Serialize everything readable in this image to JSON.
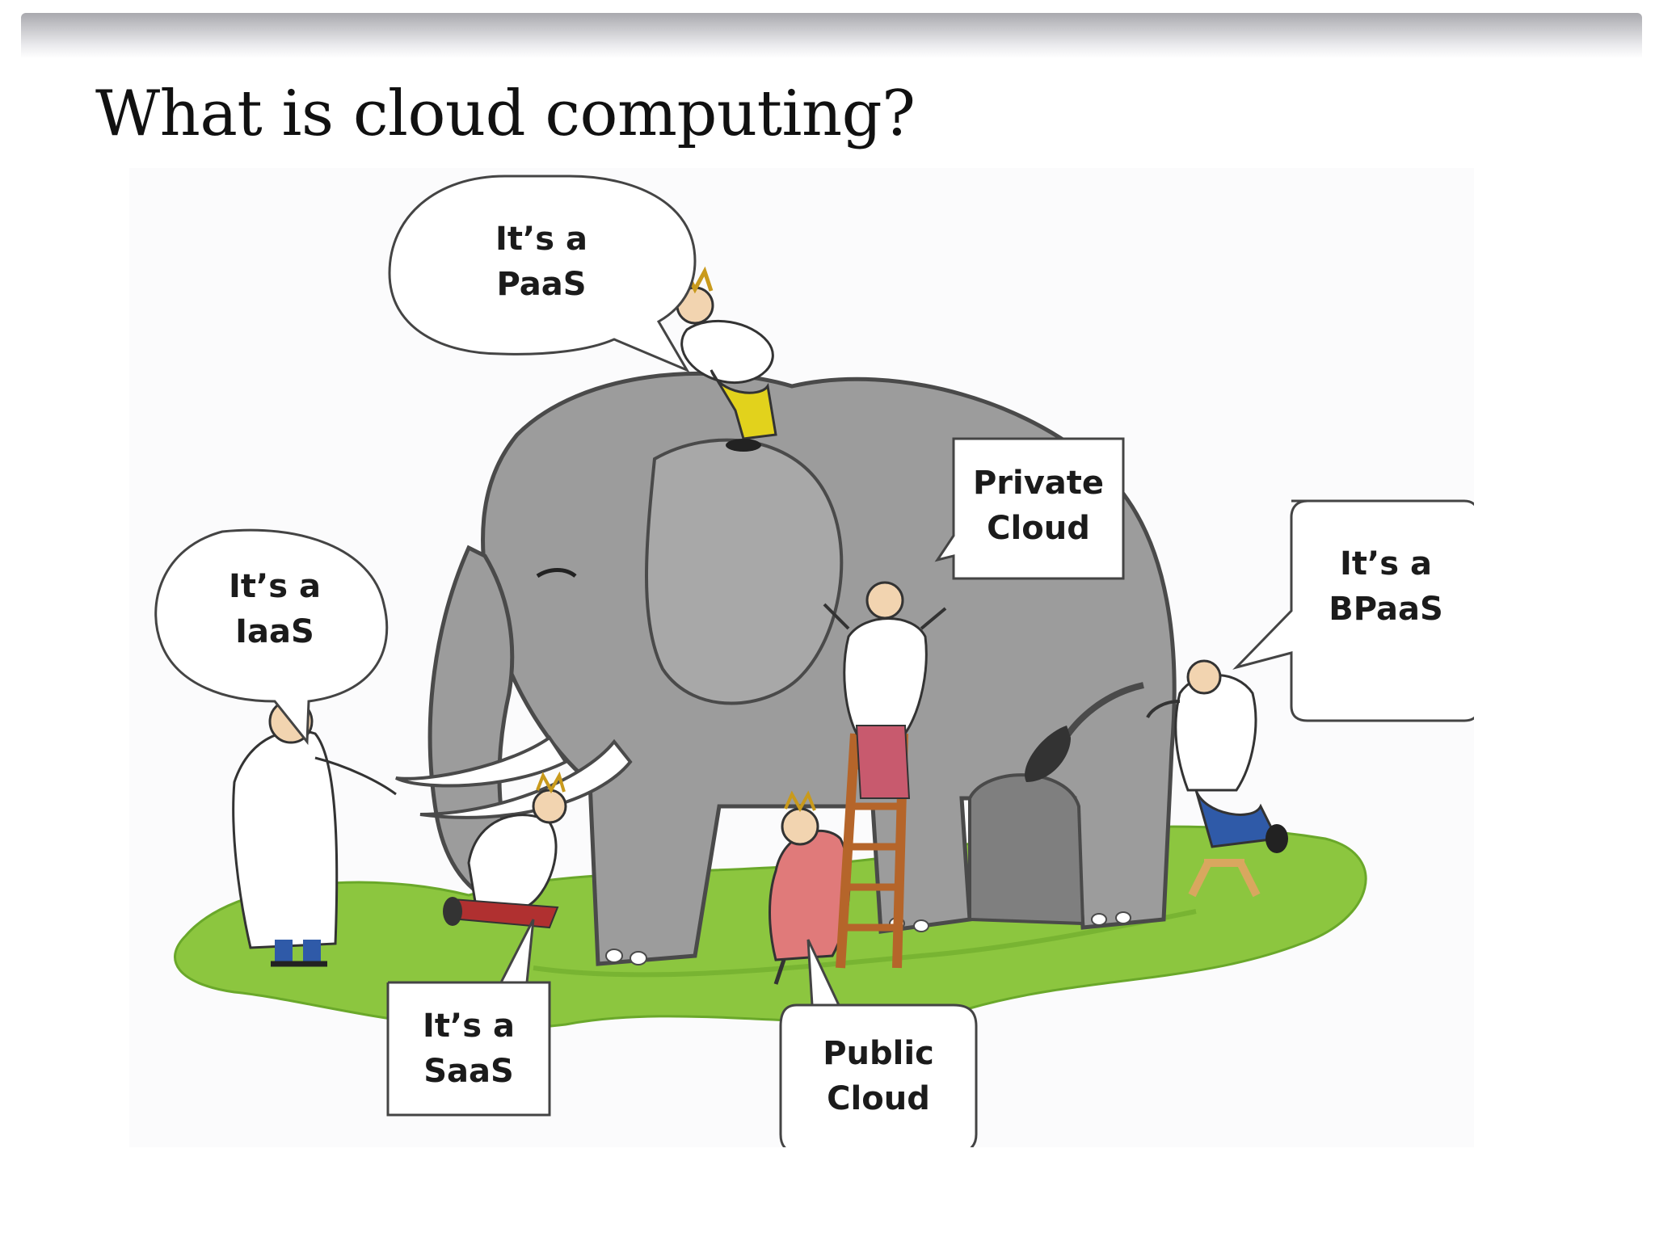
{
  "slide": {
    "title": "What is cloud computing?"
  },
  "cartoon": {
    "bubbles": {
      "paas": {
        "line1": "It’s a",
        "line2": "PaaS"
      },
      "iaas": {
        "line1": "It’s a",
        "line2": "IaaS"
      },
      "private_cloud": {
        "line1": "Private",
        "line2": "Cloud"
      },
      "bpaas": {
        "line1": "It’s a",
        "line2": "BPaaS"
      },
      "saas": {
        "line1": "It’s a",
        "line2": "SaaS"
      },
      "public_cloud": {
        "line1": "Public",
        "line2": "Cloud"
      }
    }
  },
  "colors": {
    "elephant": "#9c9c9c",
    "elephant_outline": "#4a4a4a",
    "grass": "#8cc63f",
    "grass_dark": "#6aa82a",
    "coat": "#ffffff",
    "ladder": "#b5652a",
    "trousers_yellow": "#e2d21c",
    "trousers_blue": "#2f5aa8",
    "dress_pink": "#e07a7a"
  }
}
